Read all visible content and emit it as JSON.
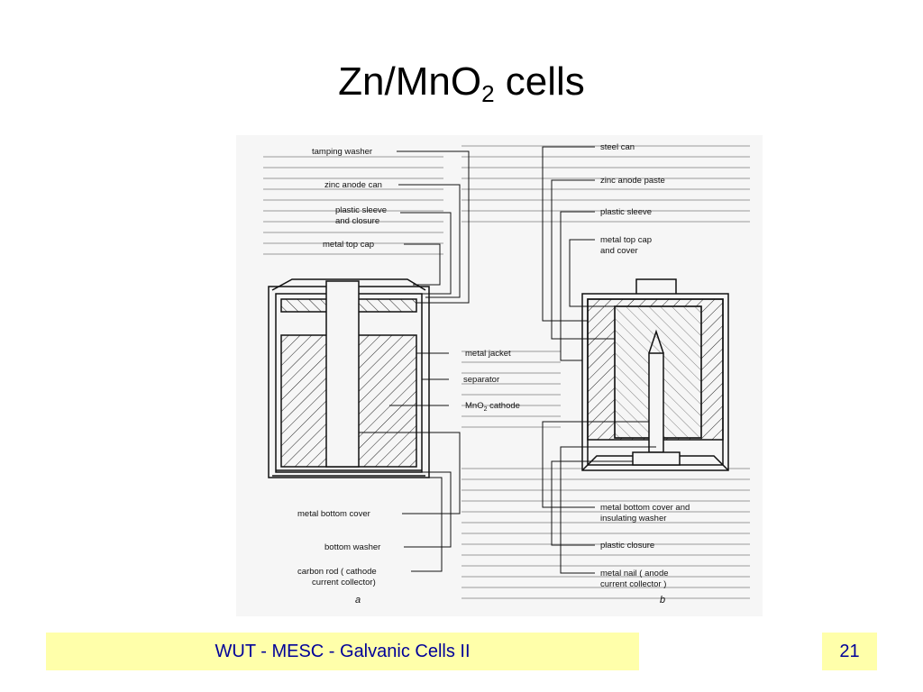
{
  "slide": {
    "title_main": "Zn/MnO",
    "title_sub": "2",
    "title_tail": " cells",
    "footer_text": "WUT - MESC - Galvanic Cells II",
    "page_number": "21"
  },
  "figure": {
    "left_labels": {
      "tamping_washer": "tamping washer",
      "zinc_anode_can": "zinc anode can",
      "plastic_sleeve_1": "plastic sleeve",
      "plastic_sleeve_2": "and closure",
      "metal_top_cap": "metal top cap",
      "metal_bottom_cover": "metal bottom cover",
      "bottom_washer": "bottom washer",
      "carbon_rod_1": "carbon rod ( cathode",
      "carbon_rod_2": "current collector)",
      "caption": "a"
    },
    "center_labels": {
      "metal_jacket": "metal jacket",
      "separator": "separator",
      "mno2_main": "MnO",
      "mno2_sub": "2",
      "mno2_tail": " cathode"
    },
    "right_labels": {
      "steel_can": "steel can",
      "zinc_anode_paste": "zinc anode paste",
      "plastic_sleeve": "plastic sleeve",
      "metal_top_cap_1": "metal top cap",
      "metal_top_cap_2": "and cover",
      "metal_bottom_cover_1": "metal bottom cover and",
      "metal_bottom_cover_2": "insulating washer",
      "plastic_closure": "plastic closure",
      "metal_nail_1": "metal nail ( anode",
      "metal_nail_2": "current collector )",
      "caption": "b"
    }
  }
}
